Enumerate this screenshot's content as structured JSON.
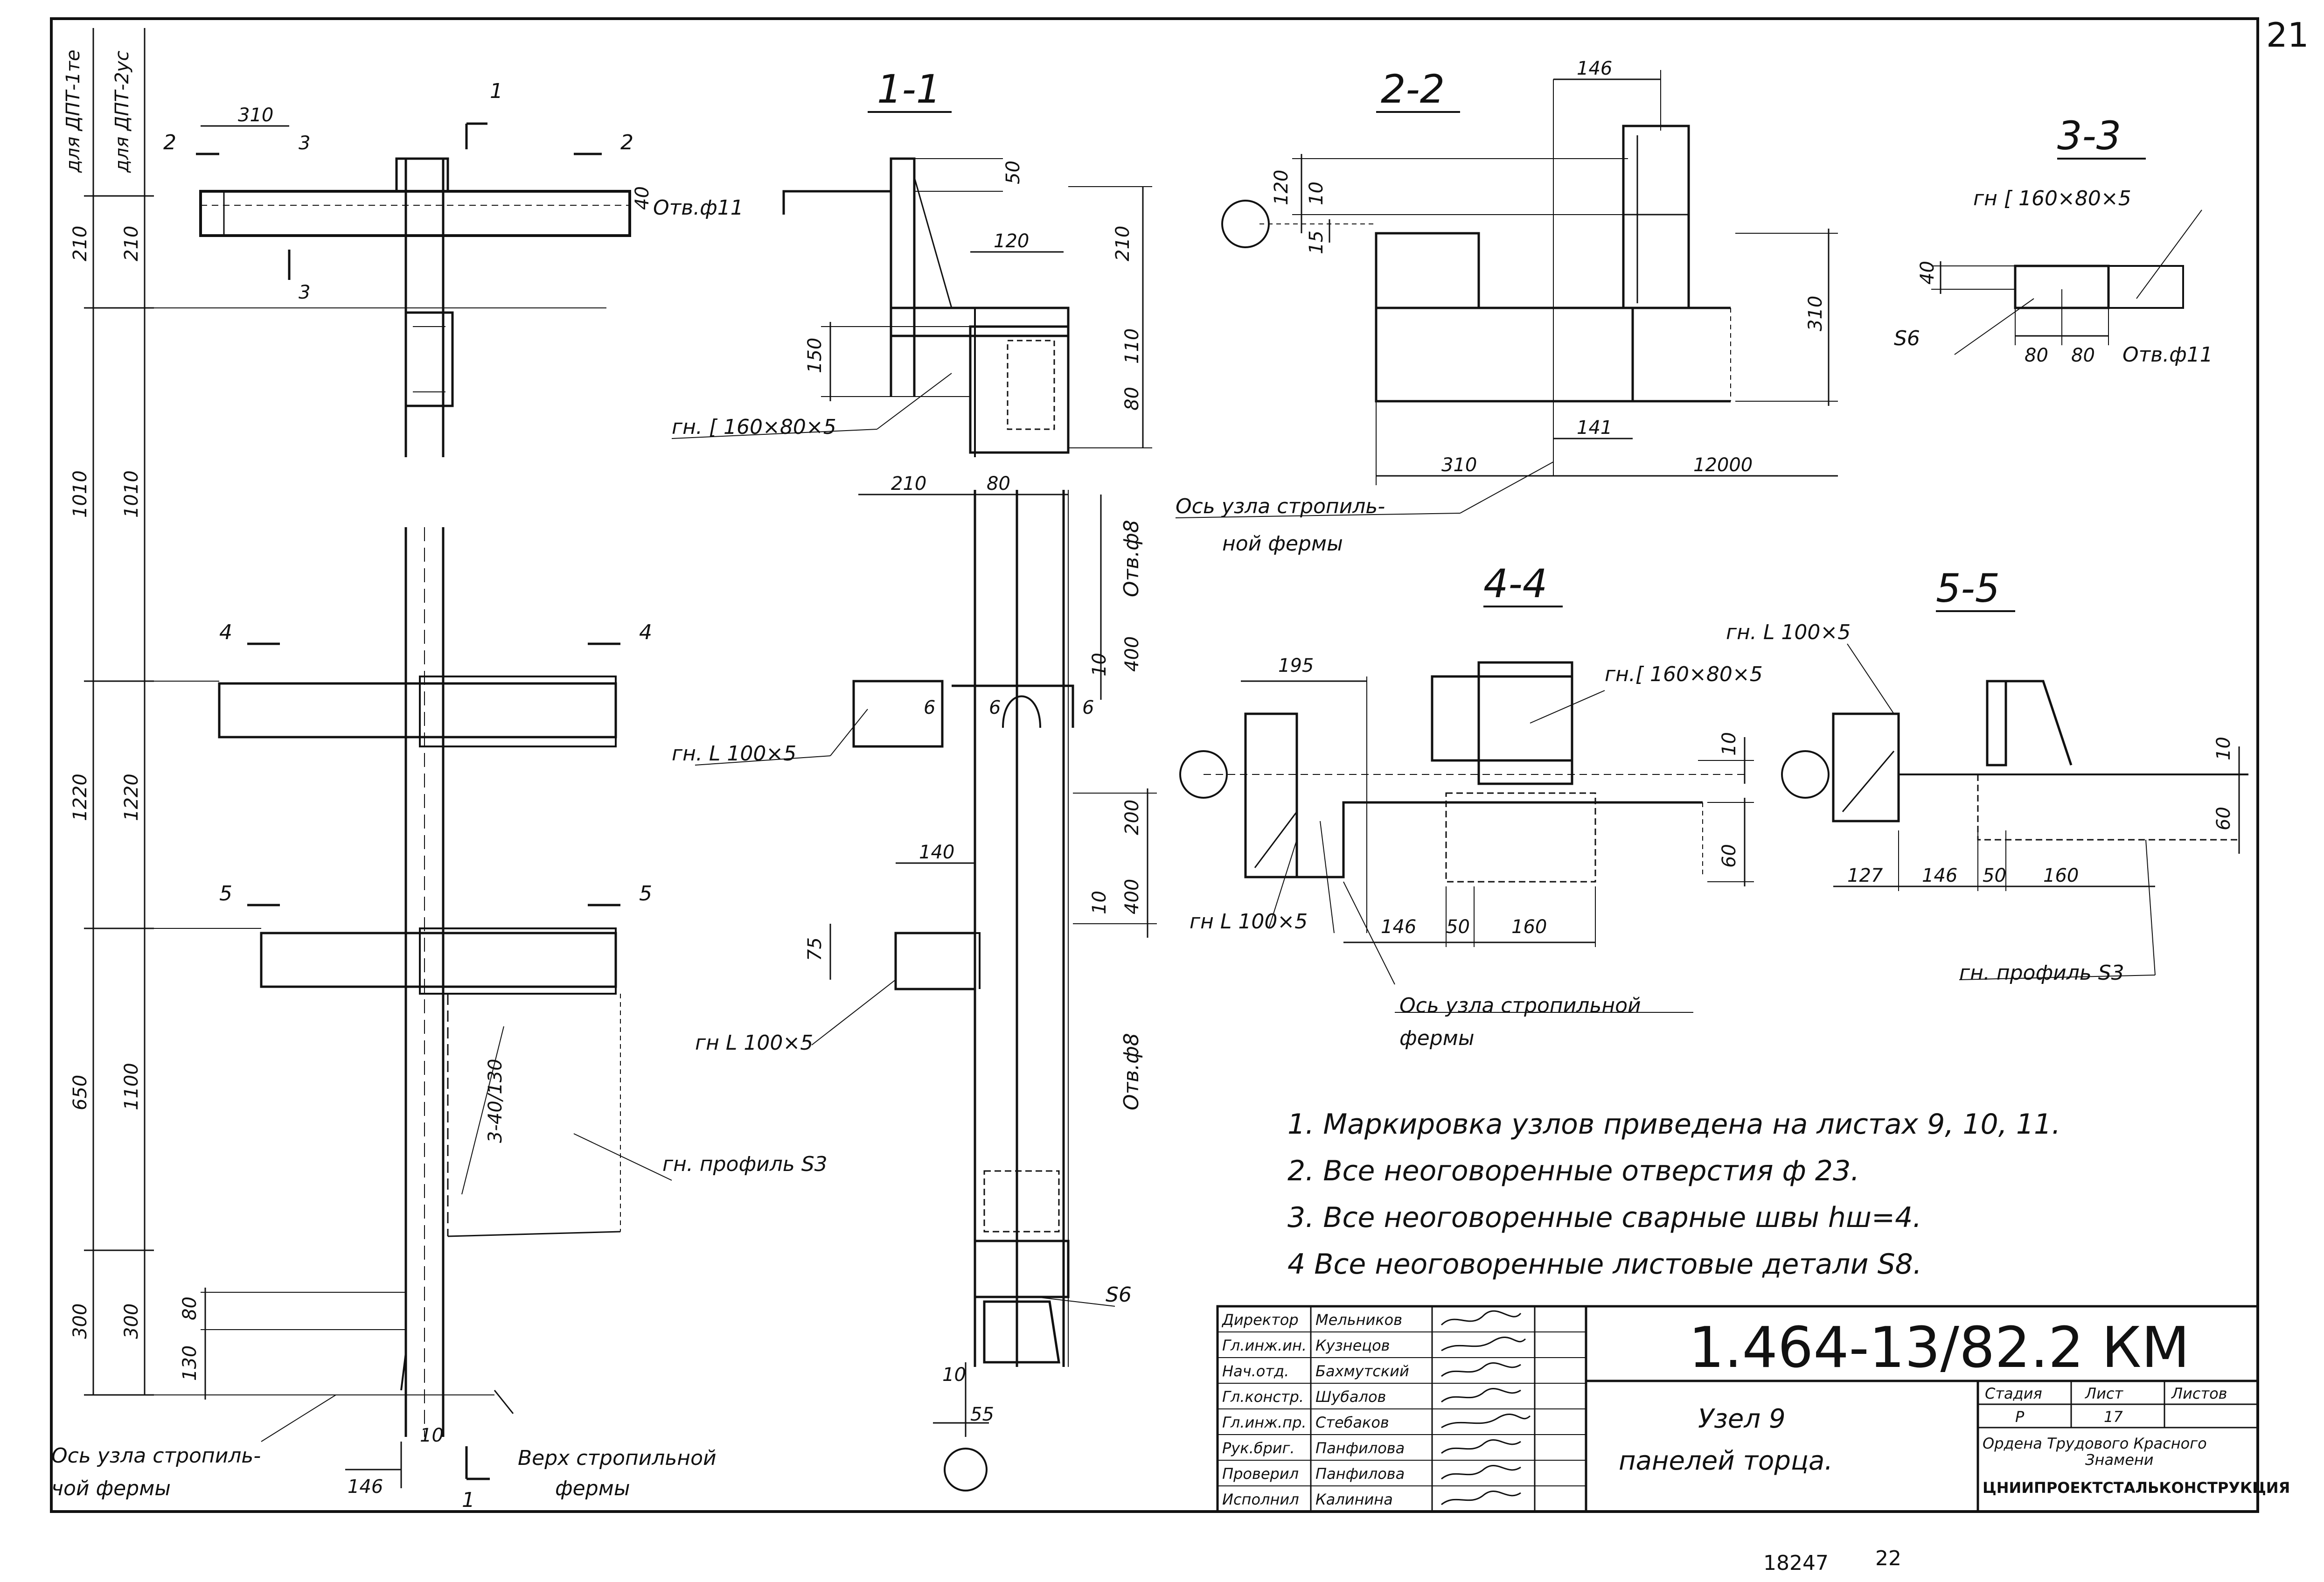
{
  "sheet_number": "21",
  "footer": {
    "doc_no": "18247",
    "page": "22"
  },
  "side_labels": {
    "top_left_a": "для ДПТ-1те",
    "top_left_b": "для ДПТ-2ус",
    "left_dims": [
      "210",
      "1010",
      "1220",
      "650",
      "300",
      "130",
      "80"
    ],
    "left_dims_b": [
      "210",
      "1010",
      "1220",
      "1100",
      "300"
    ]
  },
  "main_view": {
    "dims": {
      "d310": "310",
      "d40": "40",
      "d10": "10",
      "d146": "146",
      "d80": "80",
      "d130": "130"
    },
    "hole_note": "Отв.ф11",
    "cut_marks": [
      "1",
      "2",
      "3",
      "4",
      "5"
    ],
    "profile_label": "гн. профиль S3",
    "bolt_note": "3-40/130",
    "axis_note_1": "Ось узла стропиль-",
    "axis_note_2": "чой фермы",
    "top_note_1": "Верх стропильной",
    "top_note_2": "фермы"
  },
  "section_1": {
    "title": "1-1",
    "dims": {
      "d50": "50",
      "d210": "210",
      "d120": "120",
      "d150": "150",
      "d110": "110",
      "d80": "80",
      "d210b": "210",
      "d80b": "80",
      "d400": "400",
      "d10": "10",
      "d200": "200",
      "d140": "140",
      "d400b": "400",
      "d10b": "10",
      "d75": "75",
      "d10c": "10",
      "d55": "55",
      "d6a": "6",
      "d6b": "6",
      "d6c": "6"
    },
    "hole_a": "Отв.ф8",
    "hole_b": "Отв.ф8",
    "label_channel": "гн. [ 160×80×5",
    "label_angle_a": "гн. L 100×5",
    "label_angle_b": "гн L 100×5",
    "label_plate": "S6"
  },
  "section_2": {
    "title": "2-2",
    "dims": {
      "d146": "146",
      "d120": "120",
      "d10": "10",
      "d15": "15",
      "d310": "310",
      "d141": "141",
      "d310b": "310",
      "d12000": "12000"
    },
    "axis_note_1": "Ось узла стропиль-",
    "axis_note_2": "ной фермы"
  },
  "section_3": {
    "title": "3-3",
    "label_channel": "гн [ 160×80×5",
    "dims": {
      "d40": "40",
      "d80a": "80",
      "d80b": "80"
    },
    "hole": "Отв.ф11",
    "label_plate": "S6"
  },
  "section_4": {
    "title": "4-4",
    "dims": {
      "d195": "195",
      "d10": "10",
      "d60": "60",
      "d146": "146",
      "d50": "50",
      "d160": "160"
    },
    "label_channel": "гн.[ 160×80×5",
    "label_angle": "гн L 100×5",
    "axis_note_1": "Ось узла стропильной",
    "axis_note_2": "фермы"
  },
  "section_5": {
    "title": "5-5",
    "label_angle": "гн. L 100×5",
    "dims": {
      "d10": "10",
      "d60": "60",
      "d127": "127",
      "d146": "146",
      "d50": "50",
      "d160": "160"
    },
    "label_profile": "гн. профиль S3"
  },
  "notes": [
    "1.  Маркировка  узлов  приведена на листах  9, 10, 11.",
    "2.  Все  неоговоренные  отверстия  ф 23.",
    "3.  Все  неоговоренные  сварные швы  hш=4.",
    "4  Все  неоговоренные  листовые  детали  S8."
  ],
  "title_block": {
    "code": "1.464-13/82.2 КМ",
    "title_1": "Узел 9",
    "title_2": "панелей торца.",
    "stage_head": "Стадия",
    "sheet_head": "Лист",
    "sheets_head": "Листов",
    "stage": "Р",
    "sheet": "17",
    "org_1": "Ордена Трудового  Красного",
    "org_2": "Знамени",
    "org_3": "ЦНИИПРОЕКТСТАЛЬКОНСТРУКЦИЯ",
    "staff": [
      {
        "role": "Директор",
        "name": "Мельников"
      },
      {
        "role": "Гл.инж.ин.",
        "name": "Кузнецов"
      },
      {
        "role": "Нач.отд.",
        "name": "Бахмутский"
      },
      {
        "role": "Гл.констр.",
        "name": "Шубалов"
      },
      {
        "role": "Гл.инж.пр.",
        "name": "Стебаков"
      },
      {
        "role": "Рук.бриг.",
        "name": "Панфилова"
      },
      {
        "role": "Проверил",
        "name": "Панфилова"
      },
      {
        "role": "Исполнил",
        "name": "Калинина"
      }
    ]
  }
}
